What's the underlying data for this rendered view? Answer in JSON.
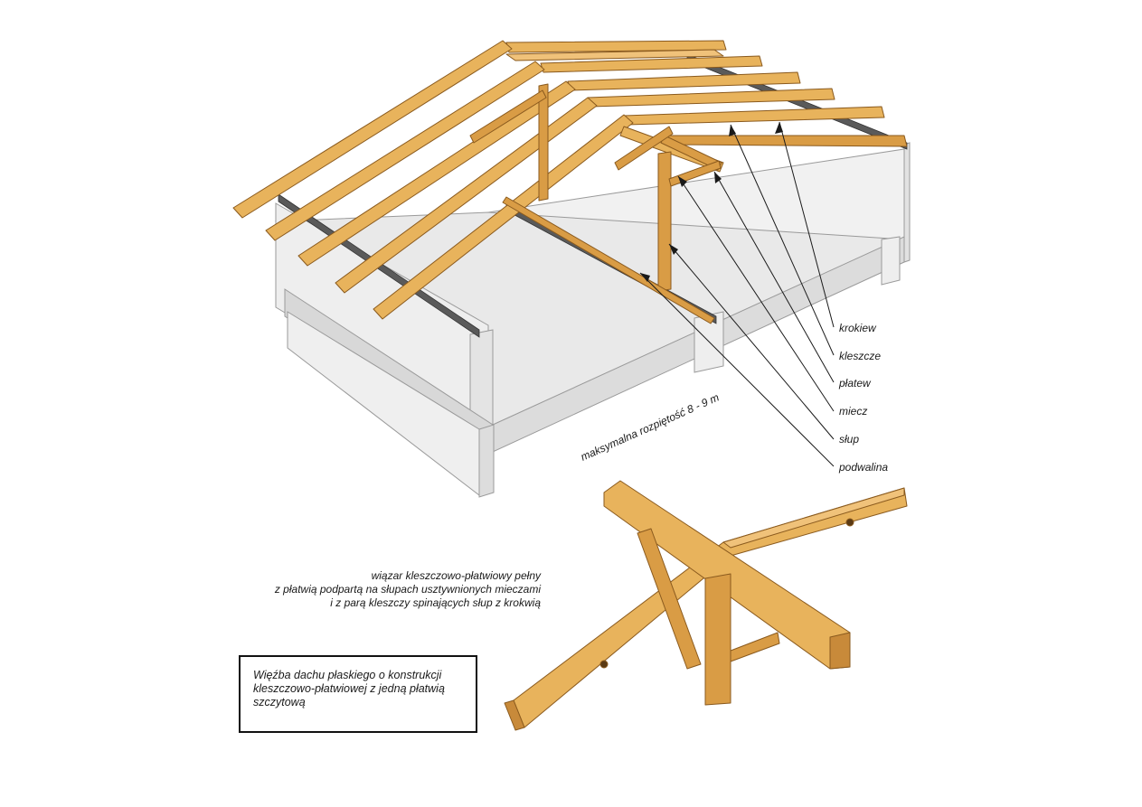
{
  "labels": {
    "krokiew": "krokiew",
    "kleszcze": "kleszcze",
    "platew": "płatew",
    "miecz": "miecz",
    "slup": "słup",
    "podwalina": "podwalina"
  },
  "span_label": "maksymalna rozpiętość 8 - 9 m",
  "caption": {
    "line1": "wiązar kleszczowo-płatwiowy pełny",
    "line2": "z płatwią podpartą na słupach usztywnionych mieczami",
    "line3": "i z parą kleszczy spinających słup z krokwią"
  },
  "title_box": {
    "line1": "Więźba dachu płaskiego o konstrukcji",
    "line2": "kleszczowo-płatwiowej z jedną płatwią",
    "line3": "szczytową"
  },
  "colors": {
    "timber": "#e8b35c",
    "timber_dark": "#c88a3a",
    "timber_edge": "#8a5a1e",
    "wall": "#ececec",
    "wall_shade": "#d6d6d6"
  }
}
